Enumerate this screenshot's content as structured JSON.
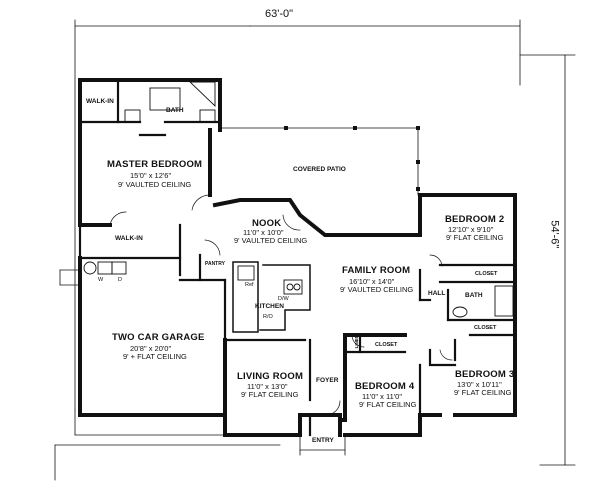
{
  "dimensions": {
    "width": "63'-0\"",
    "depth": "54'-6\""
  },
  "rooms": {
    "master_bedroom": {
      "name": "MASTER BEDROOM",
      "size": "15'0\" x 12'6\"",
      "ceiling": "9' VAULTED CEILING"
    },
    "walk_in_top": {
      "name": "WALK-IN"
    },
    "bath_master": {
      "name": "BATH"
    },
    "covered_patio": {
      "name": "COVERED PATIO"
    },
    "nook": {
      "name": "NOOK",
      "size": "11'0\" x 10'0\"",
      "ceiling": "9' VAULTED CEILING"
    },
    "walk_in_mid": {
      "name": "WALK-IN"
    },
    "pantry": {
      "name": "PANTRY"
    },
    "kitchen": {
      "name": "KITCHEN",
      "ref": "Ref",
      "dw": "D/W",
      "ro": "R/O"
    },
    "family_room": {
      "name": "FAMILY ROOM",
      "size": "16'10\" x 14'0\"",
      "ceiling": "9' VAULTED CEILING"
    },
    "bedroom2": {
      "name": "BEDROOM 2",
      "size": "12'10\" x 9'10\"",
      "ceiling": "9' FLAT CEILING"
    },
    "closet_b2": {
      "name": "CLOSET"
    },
    "hall": {
      "name": "HALL"
    },
    "bath2": {
      "name": "BATH"
    },
    "closet_b3": {
      "name": "CLOSET"
    },
    "garage": {
      "name": "TWO CAR GARAGE",
      "size": "20'8\" x 20'0\"",
      "ceiling": "9' + FLAT CEILING"
    },
    "laundry": {
      "w": "W",
      "d": "D"
    },
    "living_room": {
      "name": "LIVING ROOM",
      "size": "11'0\" x 13'0\"",
      "ceiling": "9' FLAT CEILING"
    },
    "foyer": {
      "name": "FOYER"
    },
    "bedroom4": {
      "name": "BEDROOM 4",
      "size": "11'0\" x 11'0\"",
      "ceiling": "9' FLAT CEILING",
      "closet": "CLOSET",
      "linen": "LINEN"
    },
    "bedroom3": {
      "name": "BEDROOM 3",
      "size": "13'0\" x 10'11\"",
      "ceiling": "9' FLAT CEILING"
    },
    "entry": {
      "name": "ENTRY"
    }
  }
}
